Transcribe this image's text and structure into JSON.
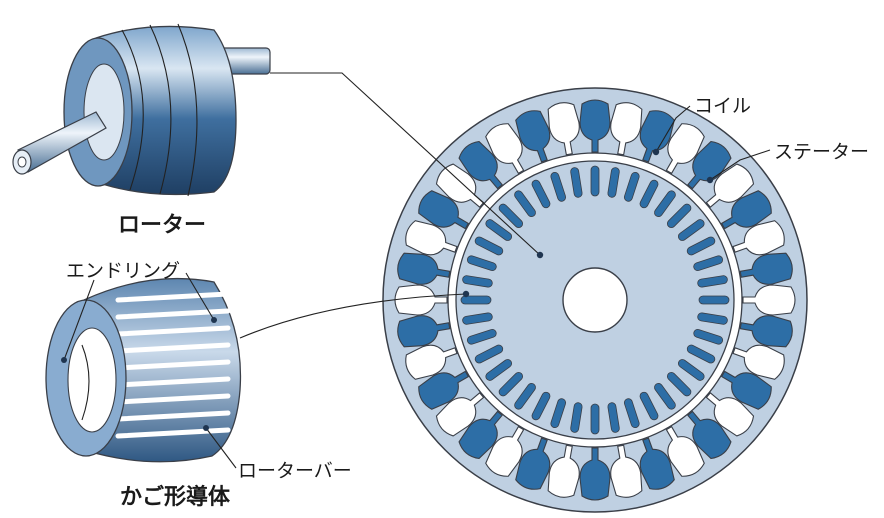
{
  "labels": {
    "coil": "コイル",
    "stator": "ステーター",
    "rotor": "ローター",
    "end_ring": "エンドリング",
    "rotor_bar": "ローターバー",
    "cage_conductor": "かご形導体"
  },
  "colors": {
    "slot_blue": "#2d6ea6",
    "stator_fill": "#bfd0e2",
    "outline": "#3a3f48"
  }
}
